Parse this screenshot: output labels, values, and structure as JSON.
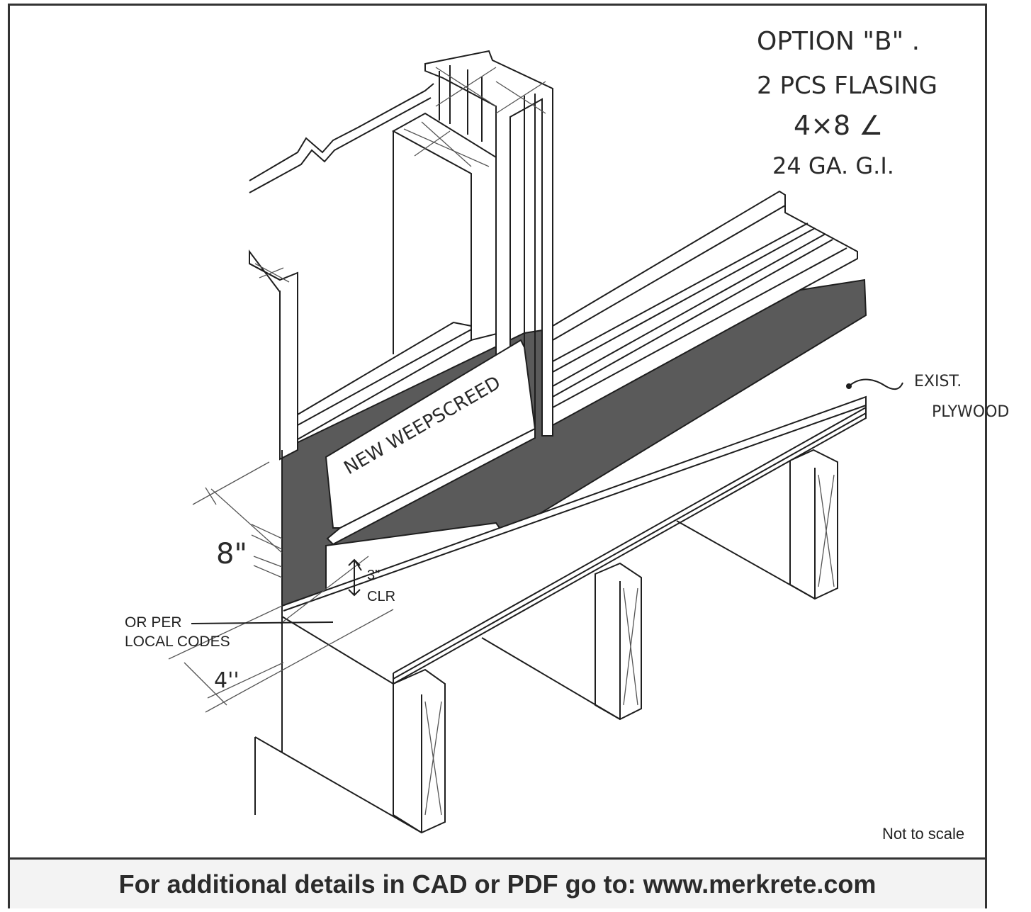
{
  "notes": {
    "option_title": "OPTION \"B\" .",
    "line2": "2 PCS FLASING",
    "line3": "4×8 ∠",
    "line4": "24 GA. G.I.",
    "plywood_line1": "EXIST.",
    "plywood_line2": "PLYWOOD",
    "weepscreed": "NEW WEEPSCREED"
  },
  "dimensions": {
    "eight_in": "8\"",
    "four_in": "4''",
    "clearance_value": "3\"",
    "clearance_label": "CLR",
    "code_line1": "OR PER",
    "code_line2": "LOCAL CODES"
  },
  "scale_note": "Not to scale",
  "footer": "For additional details in CAD or PDF go to: www.merkrete.com",
  "colors": {
    "membrane": "#5a5a5a",
    "line": "#1e1e1e"
  }
}
